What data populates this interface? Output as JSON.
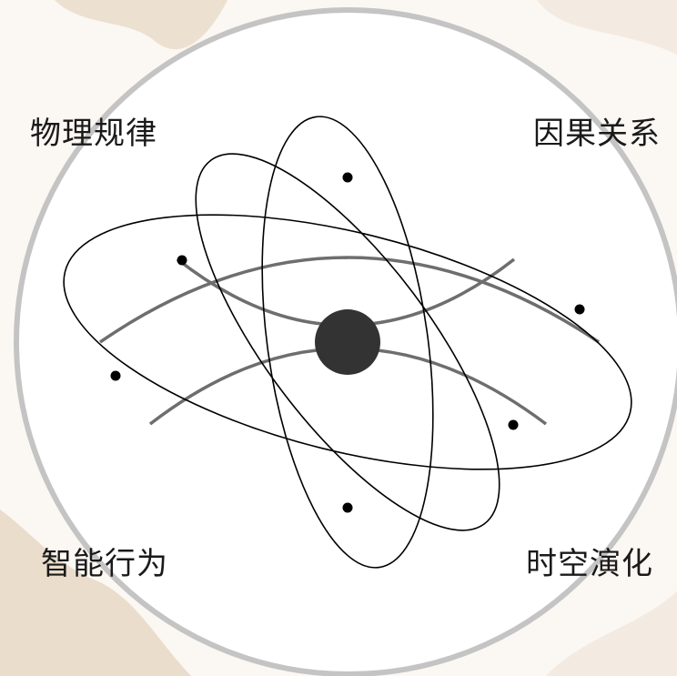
{
  "labels": {
    "top_left": "物理规律",
    "top_right": "因果关系",
    "bottom_left": "智能行为",
    "bottom_right": "时空演化"
  },
  "colors": {
    "background_wash": "#e9dccb",
    "circle_fill": "#ffffff",
    "circle_stroke": "#c4c4c4",
    "orbit_stroke": "#000000",
    "curve_stroke": "#6e6e6e",
    "nucleus": "#333333",
    "particle": "#000000"
  }
}
